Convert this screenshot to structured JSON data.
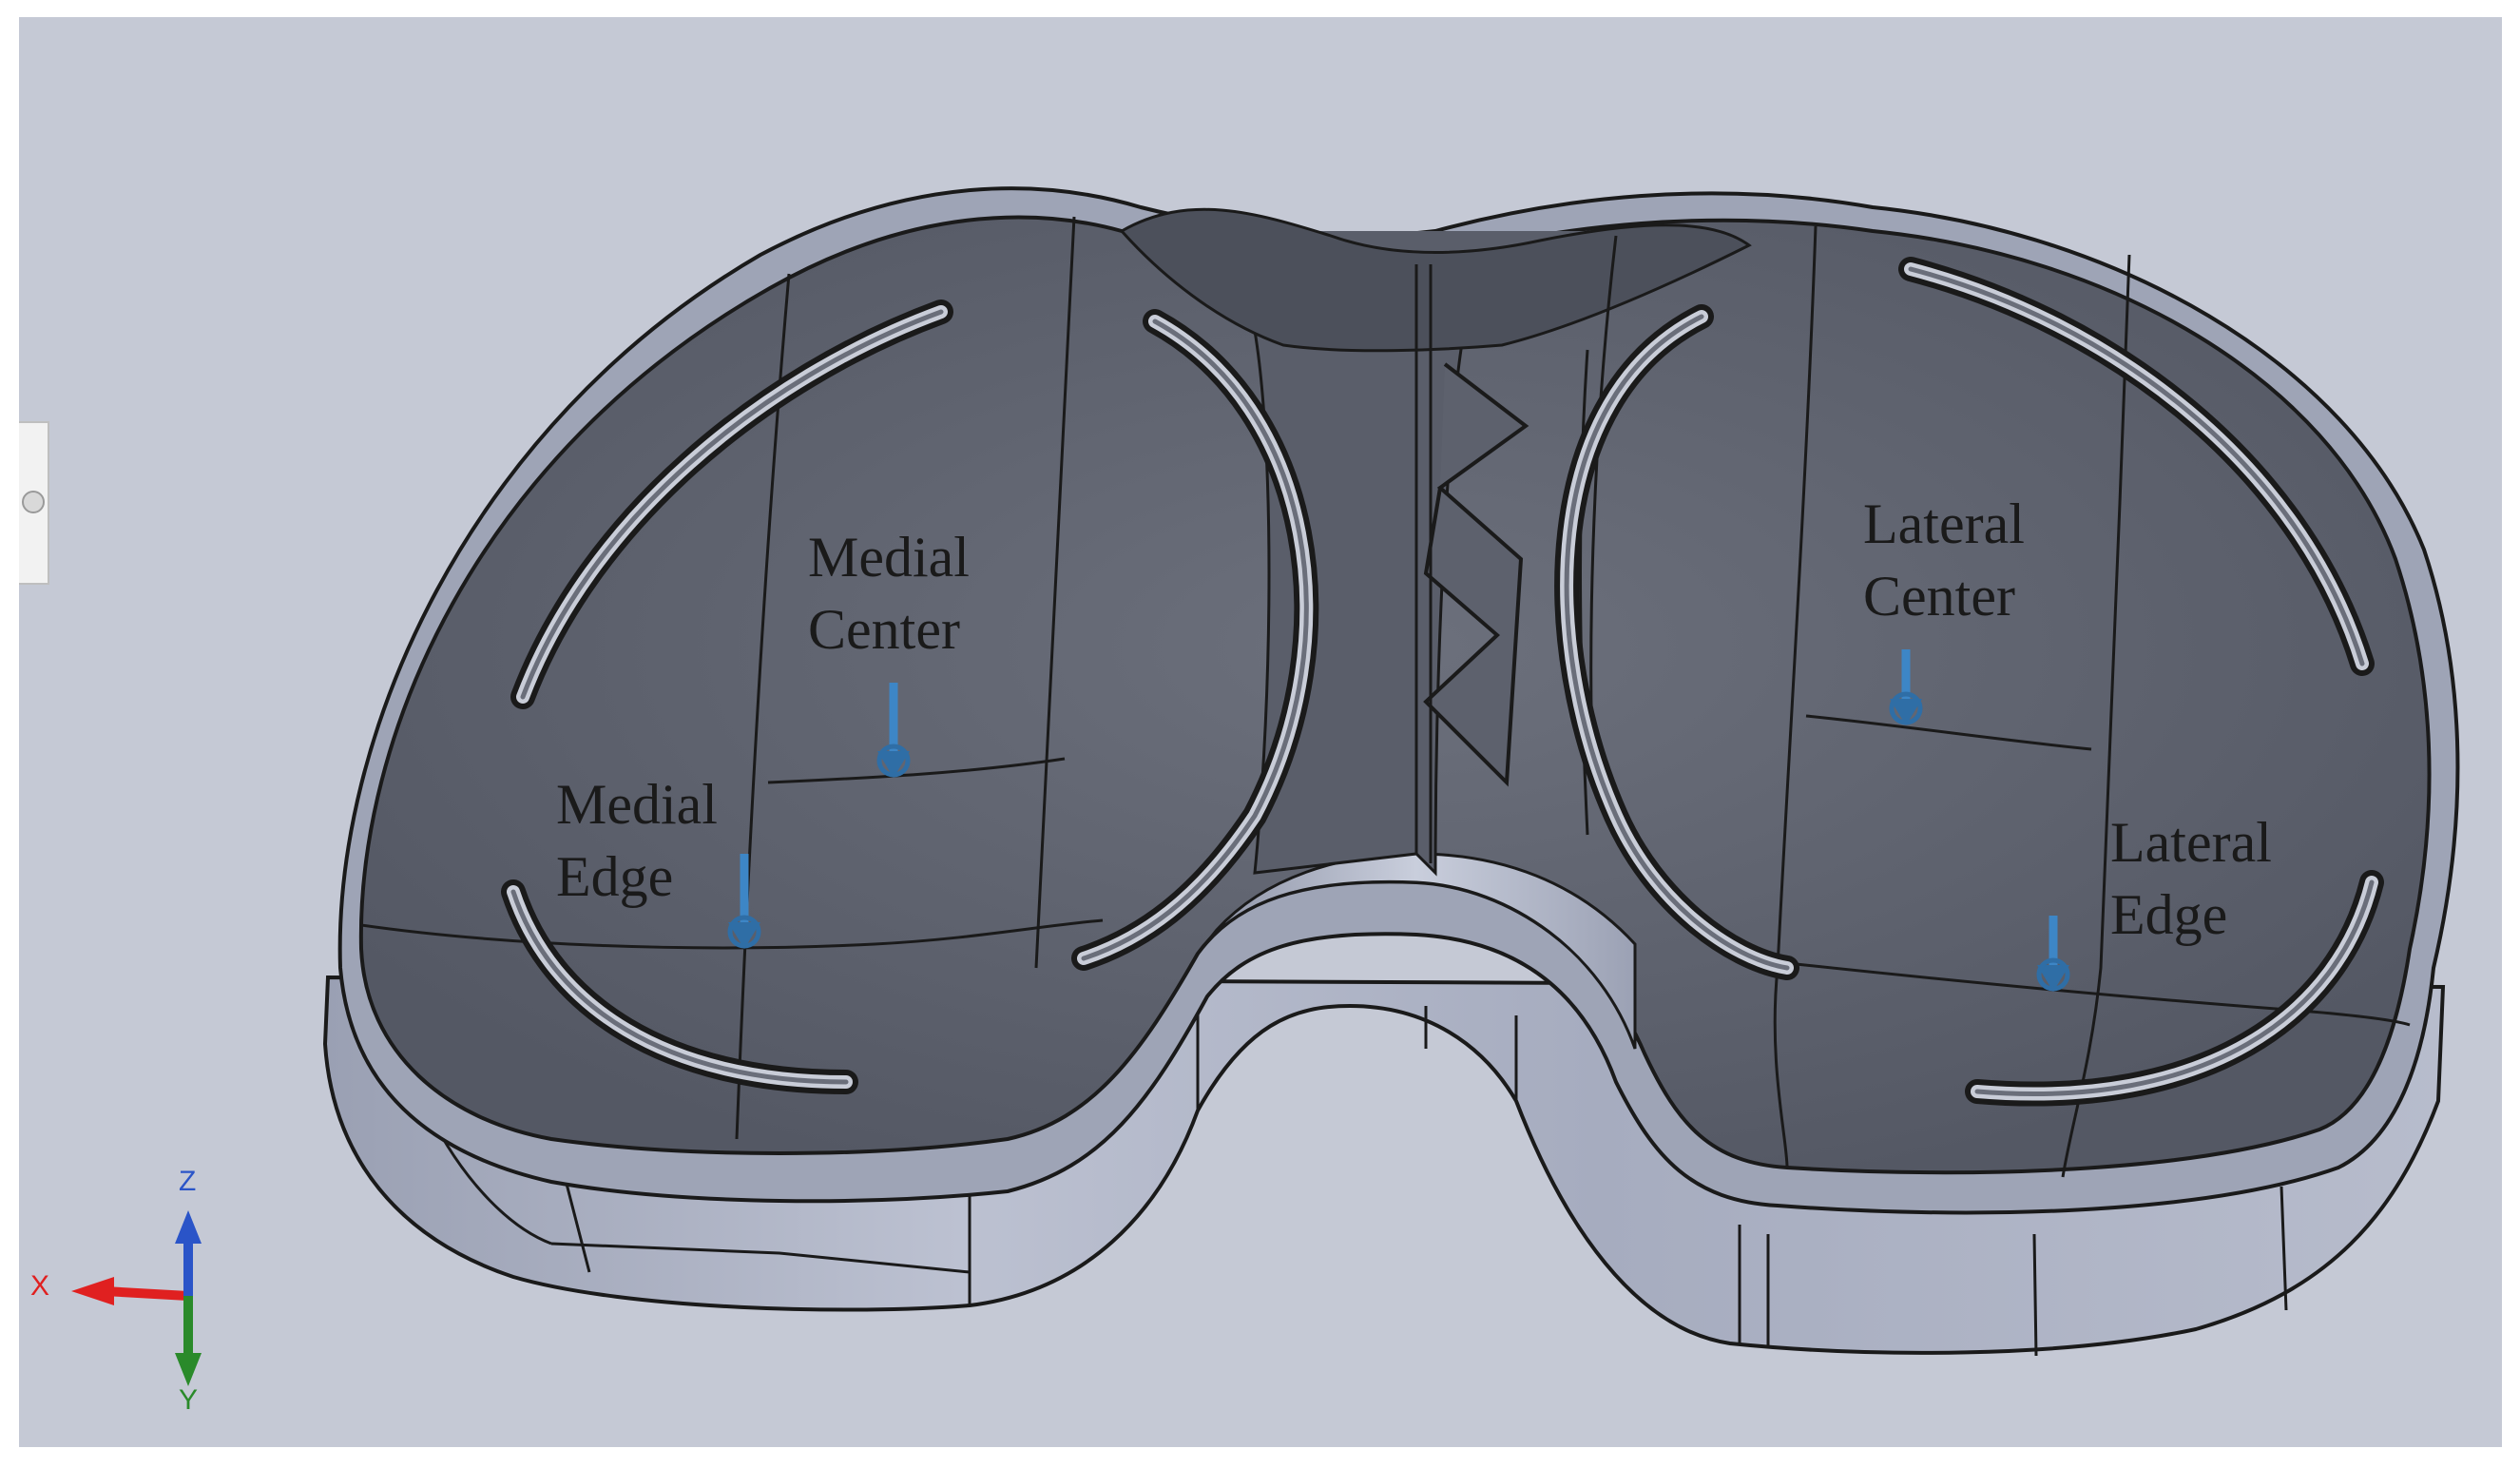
{
  "labels": {
    "medial_center_line1": "Medial",
    "medial_center_line2": "Center",
    "medial_edge_line1": "Medial",
    "medial_edge_line2": "Edge",
    "lateral_center_line1": "Lateral",
    "lateral_center_line2": "Center",
    "lateral_edge_line1": "Lateral",
    "lateral_edge_line2": "Edge"
  },
  "triad": {
    "x_label": "X",
    "y_label": "Y",
    "z_label": "Z"
  },
  "colors": {
    "viewport_background": "#c5c9d5",
    "surface_dark": "#5f636f",
    "wall_light": "#aab0c2",
    "load_arrow": "#3d86c6",
    "axis_x": "#e02020",
    "axis_y": "#2a8a2a",
    "axis_z": "#2a54c8"
  }
}
